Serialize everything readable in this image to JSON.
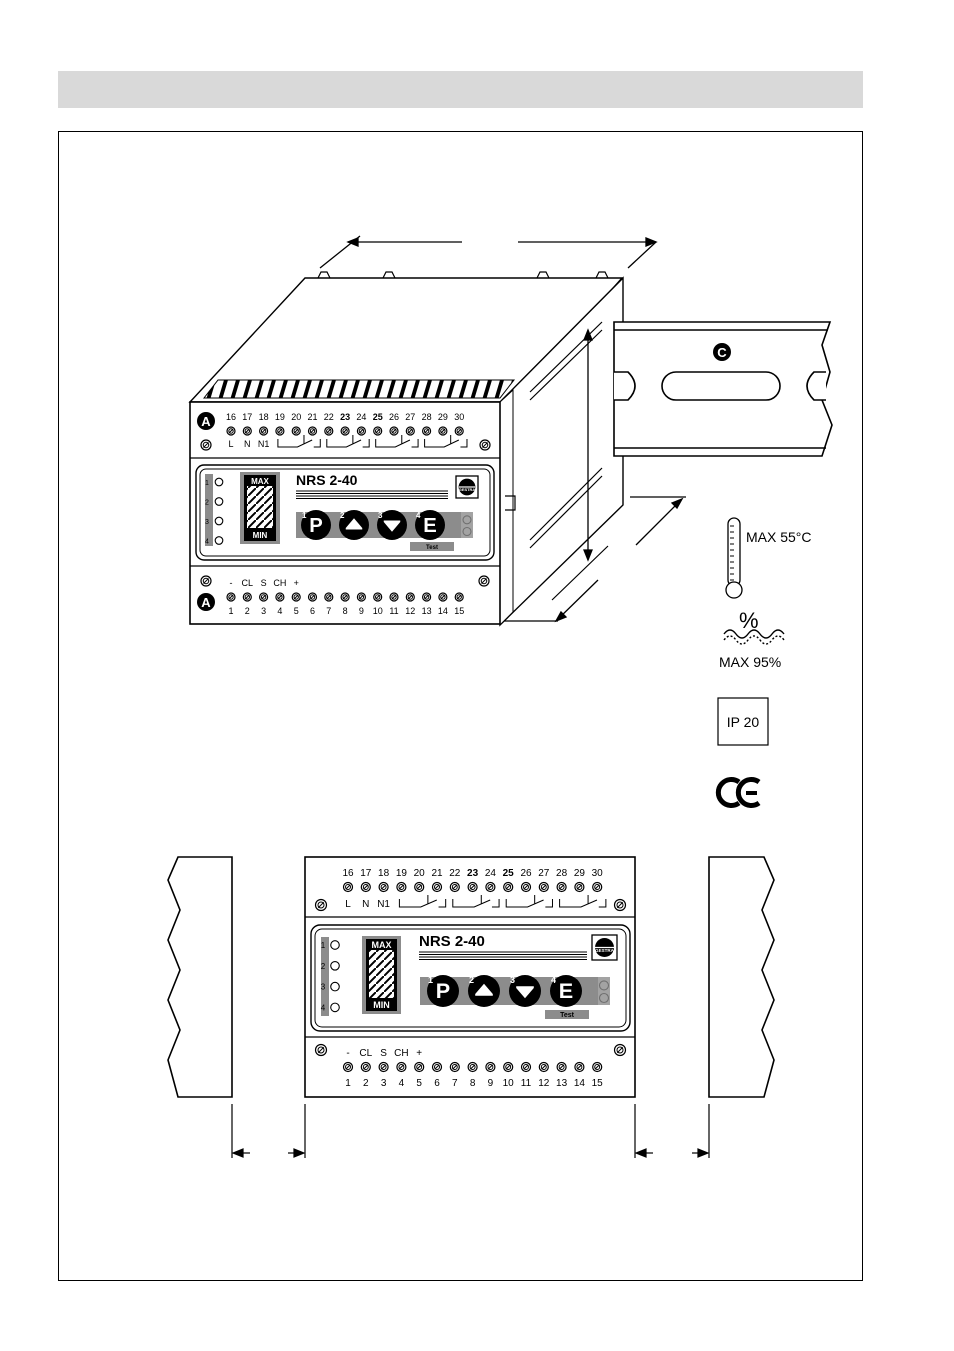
{
  "device": {
    "model": "NRS 2-40",
    "brand_logo_text": "GESTRA",
    "top_terminals": [
      "16",
      "17",
      "18",
      "19",
      "20",
      "21",
      "22",
      "23",
      "24",
      "25",
      "26",
      "27",
      "28",
      "29",
      "30"
    ],
    "top_terminals_bold": [
      "23",
      "25"
    ],
    "top_signals": [
      "L",
      "N",
      "N1"
    ],
    "bottom_terminals": [
      "1",
      "2",
      "3",
      "4",
      "5",
      "6",
      "7",
      "8",
      "9",
      "10",
      "11",
      "12",
      "13",
      "14",
      "15"
    ],
    "bottom_signals": [
      "-",
      "CL",
      "S",
      "CH",
      "+"
    ],
    "leds": [
      "1",
      "2",
      "3",
      "4"
    ],
    "bar_top_label": "MAX",
    "bar_bottom_label": "MIN",
    "keys": [
      {
        "num": "1",
        "glyph": "P"
      },
      {
        "num": "2",
        "glyph": "up-arrow"
      },
      {
        "num": "3",
        "glyph": "down-arrow"
      },
      {
        "num": "4",
        "glyph": "E"
      }
    ],
    "test_label": "Test"
  },
  "markers": {
    "terminal_row_top": "A",
    "terminal_row_bottom": "A",
    "rail": "C"
  },
  "specs": {
    "temperature": "MAX 55°C",
    "humidity_symbol": "%",
    "humidity": "MAX 95%",
    "ip_rating": "IP 20",
    "ce_mark": "CE"
  }
}
